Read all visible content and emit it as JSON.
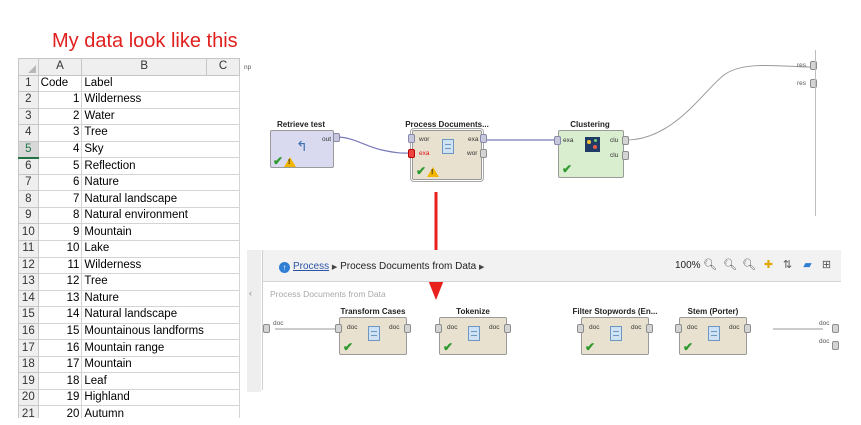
{
  "caption": "My data look like this",
  "spreadsheet": {
    "columns": [
      "A",
      "B",
      "C"
    ],
    "row_numbers": [
      "1",
      "2",
      "3",
      "4",
      "5",
      "6",
      "7",
      "8",
      "9",
      "10",
      "11",
      "12",
      "13",
      "14",
      "15",
      "16",
      "17",
      "18",
      "19",
      "20",
      "21"
    ],
    "selected_row": "5",
    "header": {
      "code": "Code",
      "label": "Label"
    },
    "rows": [
      {
        "code": "1",
        "label": "Wilderness"
      },
      {
        "code": "2",
        "label": "Water"
      },
      {
        "code": "3",
        "label": "Tree"
      },
      {
        "code": "4",
        "label": "Sky"
      },
      {
        "code": "5",
        "label": "Reflection"
      },
      {
        "code": "6",
        "label": "Nature"
      },
      {
        "code": "7",
        "label": "Natural landscape"
      },
      {
        "code": "8",
        "label": "Natural environment"
      },
      {
        "code": "9",
        "label": "Mountain"
      },
      {
        "code": "10",
        "label": "Lake"
      },
      {
        "code": "11",
        "label": "Wilderness"
      },
      {
        "code": "12",
        "label": "Tree"
      },
      {
        "code": "13",
        "label": "Nature"
      },
      {
        "code": "14",
        "label": "Natural landscape"
      },
      {
        "code": "15",
        "label": "Mountainous landforms"
      },
      {
        "code": "16",
        "label": "Mountain range"
      },
      {
        "code": "17",
        "label": "Mountain"
      },
      {
        "code": "18",
        "label": "Leaf"
      },
      {
        "code": "19",
        "label": "Highland"
      },
      {
        "code": "20",
        "label": "Autumn"
      }
    ]
  },
  "top_process": {
    "inp_port": "np",
    "res_ports": [
      "res",
      "res"
    ],
    "operators": {
      "retrieve": {
        "title": "Retrieve test",
        "out": "out"
      },
      "process_docs": {
        "title": "Process Documents...",
        "in1": "wor",
        "in2": "exa",
        "out1": "exa",
        "out2": "wor"
      },
      "clustering": {
        "title": "Clustering",
        "in": "exa",
        "out1": "clu",
        "out2": "clu"
      }
    }
  },
  "bottom_process": {
    "breadcrumb_root": "Process",
    "breadcrumb_current": "Process Documents from Data",
    "zoom": "100%",
    "canvas_title": "Process Documents from Data",
    "input_port": "doc",
    "output_ports": [
      "doc",
      "doc"
    ],
    "operators": [
      {
        "title": "Transform Cases",
        "in": "doc",
        "out": "doc"
      },
      {
        "title": "Tokenize",
        "in": "doc",
        "out": "doc"
      },
      {
        "title": "Filter Stopwords (En...",
        "in": "doc",
        "out": "doc"
      },
      {
        "title": "Stem (Porter)",
        "in": "doc",
        "out": "doc"
      }
    ]
  },
  "colors": {
    "caption": "#e0201e",
    "arrow": "#e8211d",
    "connection": "#7a7ab8",
    "check": "#2e9a2e"
  }
}
